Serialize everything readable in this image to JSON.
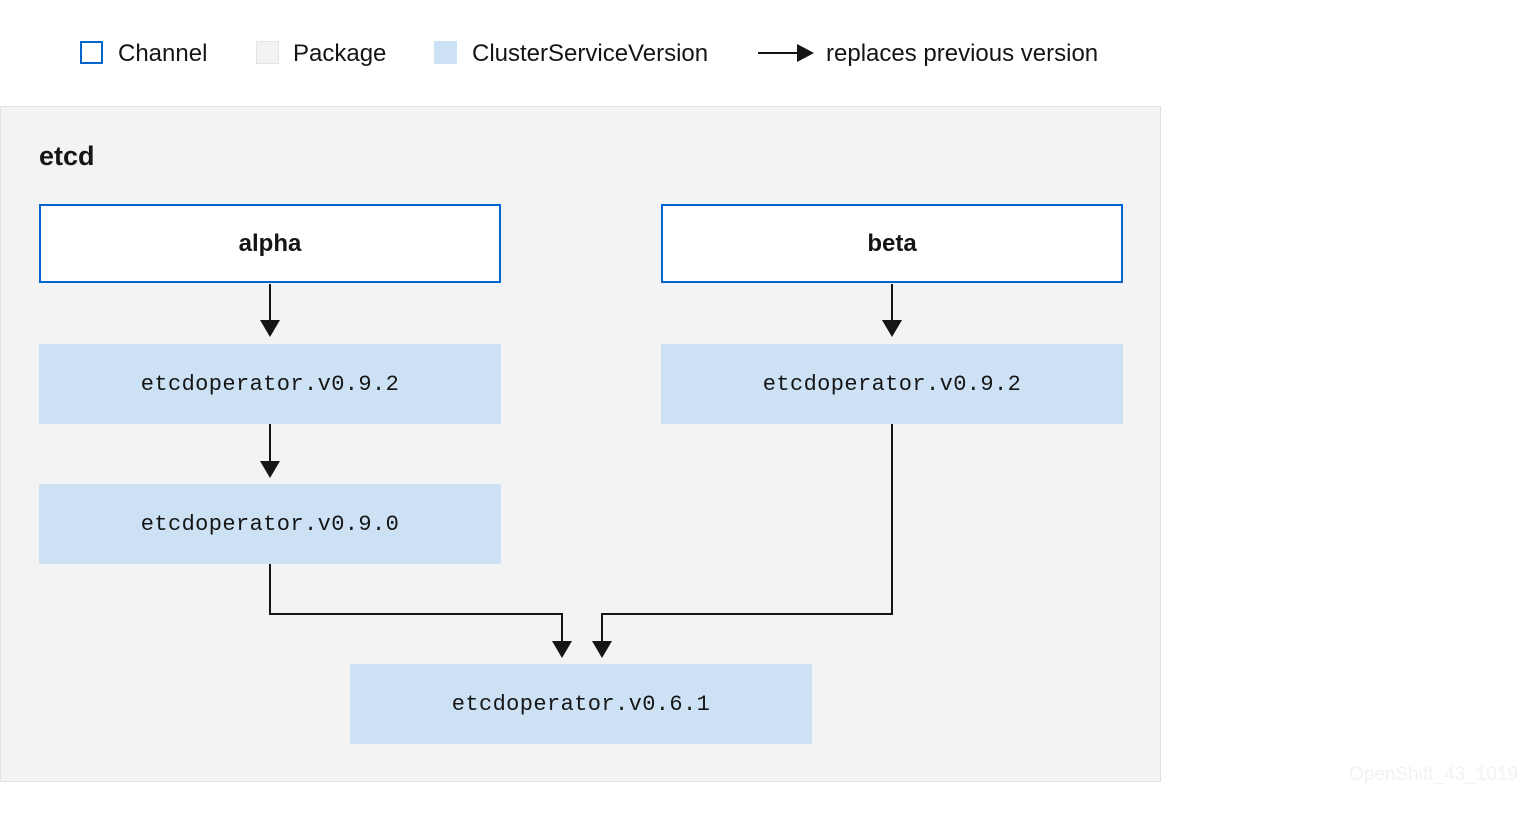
{
  "legend": {
    "channel": "Channel",
    "package": "Package",
    "csv": "ClusterServiceVersion",
    "replaces": "replaces previous version"
  },
  "package": {
    "name": "etcd"
  },
  "channels": [
    {
      "name": "alpha",
      "versions": [
        "etcdoperator.v0.9.2",
        "etcdoperator.v0.9.0"
      ]
    },
    {
      "name": "beta",
      "versions": [
        "etcdoperator.v0.9.2"
      ]
    }
  ],
  "shared_version": "etcdoperator.v0.6.1",
  "watermark": "OpenShift_43_1019",
  "colors": {
    "channel_border": "#0066cc",
    "package_fill": "#f3f3f3",
    "csv_fill": "#cde1f5",
    "arrow": "#151515"
  }
}
